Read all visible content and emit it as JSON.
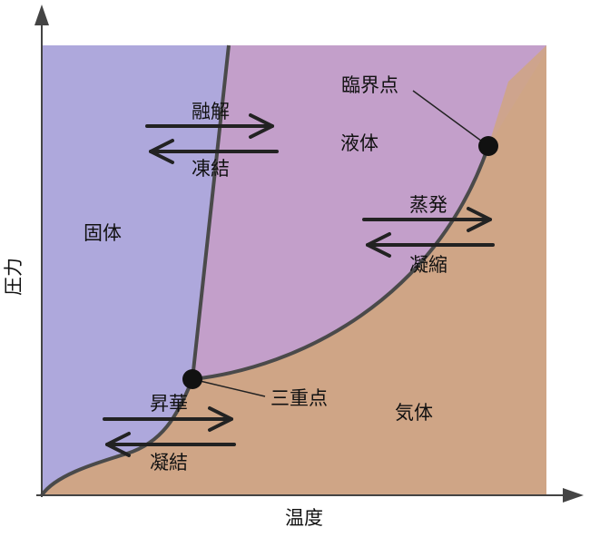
{
  "axes": {
    "x_label": "温度",
    "y_label": "圧力"
  },
  "phases": {
    "solid": "固体",
    "liquid": "液体",
    "gas": "気体"
  },
  "points": {
    "triple_point": "三重点",
    "critical_point": "臨界点"
  },
  "transitions": {
    "melting": "融解",
    "freezing": "凍結",
    "evaporation": "蒸発",
    "condensation": "凝縮",
    "sublimation": "昇華",
    "deposition": "凝結"
  },
  "colors": {
    "solid": "#aea8dc",
    "liquid": "#c39fca",
    "gas": "#cfa586",
    "boundary": "#4a4a4a",
    "arrow": "#222222",
    "point": "#111111"
  }
}
